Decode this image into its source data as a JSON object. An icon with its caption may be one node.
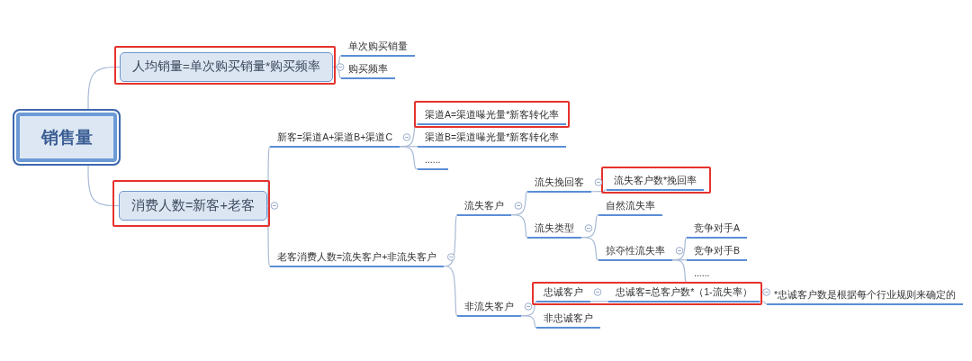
{
  "diagram": {
    "nodes": [
      {
        "text": [
          "销售量"
        ]
      },
      {
        "text": [],
        "shape": "box"
      },
      {
        "text": [
          "人均销量=单次购买销量*购买频率"
        ],
        "in": 1
      },
      {
        "text": [
          "单次购买销量"
        ]
      },
      {
        "text": [
          "购买频率"
        ]
      },
      {
        "text": [],
        "shape": "box"
      },
      {
        "text": [
          "消费人数=新客+老客"
        ],
        "in": 5
      },
      {
        "text": [
          "新客=渠道A+渠道B+渠道C"
        ]
      },
      {
        "text": [],
        "shape": "box"
      },
      {
        "text": [
          "渠道A=渠道曝光量*新客转化率"
        ],
        "in": 8
      },
      {
        "text": [
          "渠道B=渠道曝光量*新客转化率"
        ]
      },
      {
        "text": [
          "......"
        ]
      },
      {
        "text": [
          "老客消费人数=流失客户+非流失客户"
        ]
      },
      {
        "text": [
          "流失客户"
        ]
      },
      {
        "text": [
          "流失挽回客"
        ]
      },
      {
        "text": [],
        "shape": "box"
      },
      {
        "text": [
          "流失客户数*挽回率"
        ],
        "in": 15
      },
      {
        "text": [
          "流失类型"
        ]
      },
      {
        "text": [
          "自然流失率"
        ]
      },
      {
        "text": [
          "掠夺性流失率"
        ]
      },
      {
        "text": [
          "竞争对手A"
        ]
      },
      {
        "text": [
          "竞争对手B"
        ]
      },
      {
        "text": [
          "......"
        ]
      },
      {
        "text": [
          "非流失客户"
        ]
      },
      {
        "text": [],
        "shape": "box"
      },
      {
        "text": [
          "忠诚客户"
        ],
        "in": 24
      },
      {
        "text": [
          "忠诚客=总客户数*（1-流失率）"
        ],
        "in": 24
      },
      {
        "text": [
          "*忠诚客户数是根据每个行业规则来确定的"
        ]
      },
      {
        "text": [
          "非忠诚客户"
        ]
      }
    ],
    "edges": [
      {
        "from": 0,
        "to": 2,
        "arrow": "none"
      },
      {
        "from": 0,
        "to": 6,
        "arrow": "none"
      },
      {
        "from": 2,
        "to": 3,
        "arrow": "none"
      },
      {
        "from": 2,
        "to": 4,
        "arrow": "none"
      },
      {
        "from": 6,
        "to": 7,
        "arrow": "none"
      },
      {
        "from": 6,
        "to": 12,
        "arrow": "none"
      },
      {
        "from": 7,
        "to": 9,
        "arrow": "none"
      },
      {
        "from": 7,
        "to": 10,
        "arrow": "none"
      },
      {
        "from": 7,
        "to": 11,
        "arrow": "none"
      },
      {
        "from": 12,
        "to": 13,
        "arrow": "none"
      },
      {
        "from": 12,
        "to": 23,
        "arrow": "none"
      },
      {
        "from": 13,
        "to": 14,
        "arrow": "none"
      },
      {
        "from": 13,
        "to": 17,
        "arrow": "none"
      },
      {
        "from": 14,
        "to": 16,
        "arrow": "none"
      },
      {
        "from": 17,
        "to": 18,
        "arrow": "none"
      },
      {
        "from": 17,
        "to": 19,
        "arrow": "none"
      },
      {
        "from": 19,
        "to": 20,
        "arrow": "none"
      },
      {
        "from": 19,
        "to": 21,
        "arrow": "none"
      },
      {
        "from": 19,
        "to": 22,
        "arrow": "none"
      },
      {
        "from": 23,
        "to": 25,
        "arrow": "none"
      },
      {
        "from": 23,
        "to": 28,
        "arrow": "none"
      },
      {
        "from": 25,
        "to": 26,
        "arrow": "none"
      },
      {
        "from": 26,
        "to": 27,
        "arrow": "none"
      }
    ]
  }
}
